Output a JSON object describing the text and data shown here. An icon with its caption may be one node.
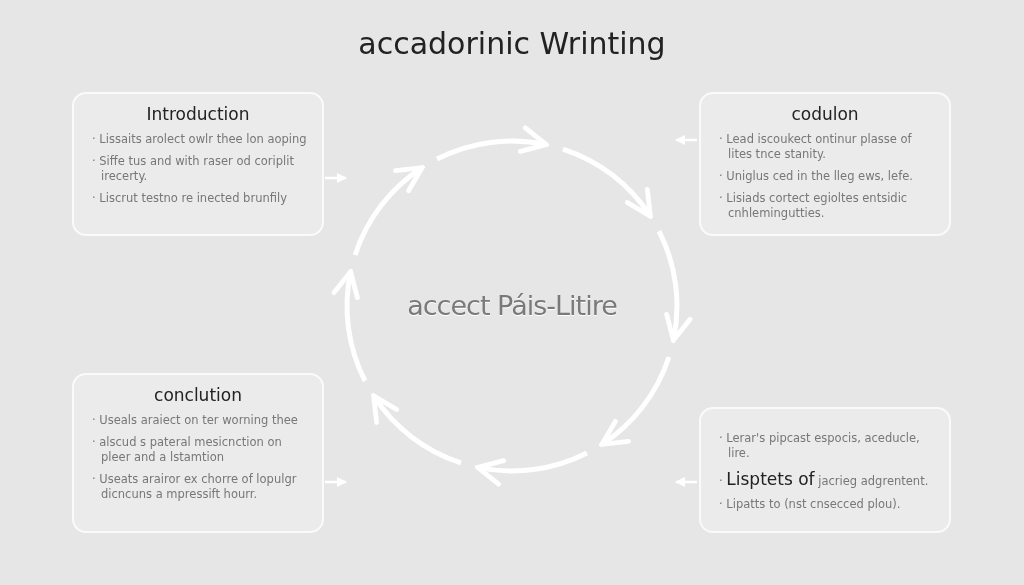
{
  "diagram": {
    "title": "accadorinic Wrinting",
    "nodes": [
      {
        "text": [
          "Introduction",
          "· Lissaits arolect owlr thee lon aoping",
          "· Siffe tus and with raser od coriplit irecerty.",
          "· Liscrut testno re inected brunfily"
        ]
      },
      {
        "text": [
          "codulon",
          "· Lead iscoukect ontinur plasse of lites tnce stanity.",
          "· Uniglus ced in the lleg ews, lefe.",
          "· Lisiads cortect egioltes entsidic cnhlemingutties."
        ]
      },
      {
        "text": [
          "conclution",
          "· Useals araiect on ter worning thee",
          "· alscud s pateral mesicnction on pleer and a lstamtion",
          "· Useats arairor ex chorre of lopulgr dicncuns a mpressift hourr."
        ]
      },
      {
        "text": [
          "· Lerar's pipcast espocis, aceducle, lire.",
          "· **Lisptets of** jacrieg adgrentent.",
          "· Lipatts to (nst cnsecced plou)."
        ]
      },
      {
        "text": [
          "accect Páis-Litire"
        ]
      }
    ],
    "edges": [
      {
        "from": 0,
        "to": null,
        "arrow": "to"
      },
      {
        "from": 1,
        "to": null,
        "arrow": "to"
      },
      {
        "from": 2,
        "to": null,
        "arrow": "to"
      },
      {
        "from": 3,
        "to": null,
        "arrow": "to"
      }
    ]
  }
}
